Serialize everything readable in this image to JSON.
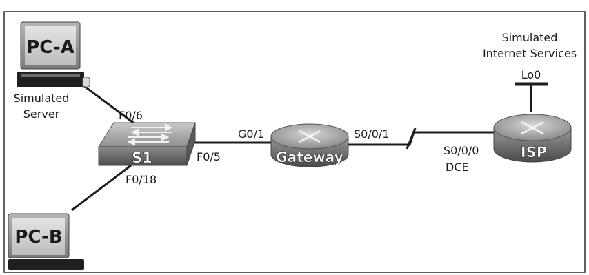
{
  "diagram": {
    "devices": {
      "pc_a": {
        "label": "PC-A",
        "role_line1": "Simulated",
        "role_line2": "Server"
      },
      "pc_b": {
        "label": "PC-B"
      },
      "switch": {
        "label": "S1"
      },
      "gateway": {
        "label": "Gateway"
      },
      "isp": {
        "label": "ISP"
      }
    },
    "interfaces": {
      "s1_f06": "F0/6",
      "s1_f05": "F0/5",
      "s1_f018": "F0/18",
      "gw_g01": "G0/1",
      "gw_s001": "S0/0/1",
      "isp_s000": "S0/0/0",
      "dce": "DCE",
      "isp_lo0": "Lo0"
    },
    "internet": {
      "line1": "Simulated",
      "line2": "Internet Services"
    }
  }
}
